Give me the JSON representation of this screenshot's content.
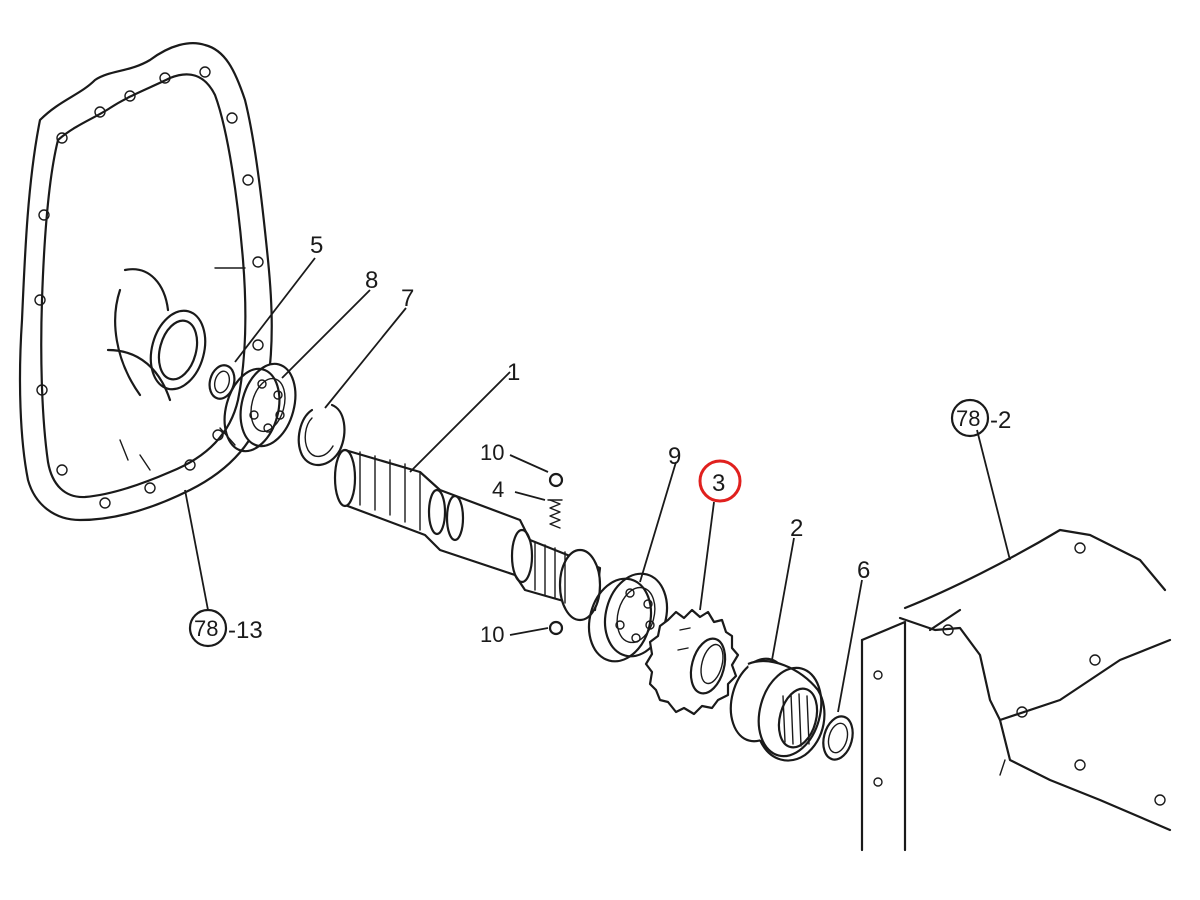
{
  "diagram": {
    "labels": {
      "part_1": "1",
      "part_2": "2",
      "part_3": "3",
      "part_4": "4",
      "part_5": "5",
      "part_6": "6",
      "part_7": "7",
      "part_8": "8",
      "part_9": "9",
      "part_10_top": "10",
      "part_10_bottom": "10",
      "ref_78_13_circle": "78",
      "ref_78_13_suffix": "-13",
      "ref_78_2_circle": "78",
      "ref_78_2_suffix": "-2"
    },
    "highlighted_part": "3",
    "highlight_color": "#e0201e"
  }
}
